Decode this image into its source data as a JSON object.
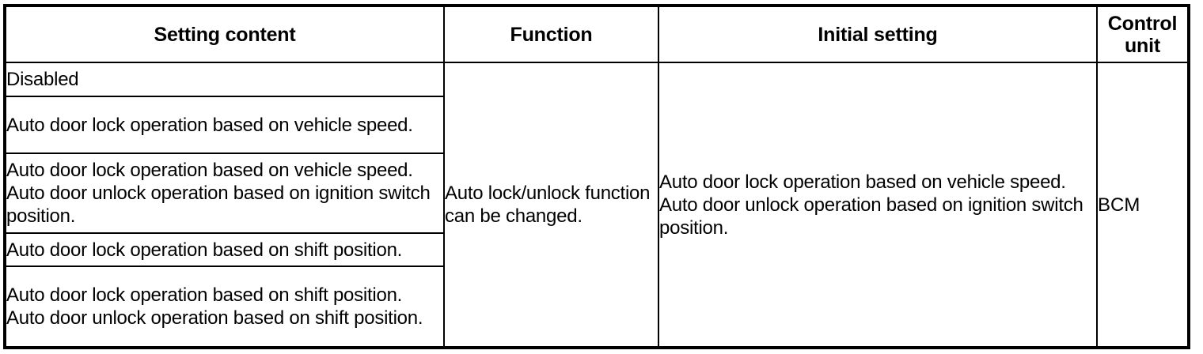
{
  "table": {
    "columns": [
      {
        "key": "setting_content",
        "label": "Setting content"
      },
      {
        "key": "function",
        "label": "Function"
      },
      {
        "key": "initial_setting",
        "label": "Initial setting"
      },
      {
        "key": "control_unit",
        "label": "Control unit"
      }
    ],
    "setting_content_rows": [
      "Disabled",
      "Auto door lock operation based on vehicle speed.",
      "Auto door lock operation based on vehicle speed. Auto door unlock operation based on ignition switch position.",
      "Auto door lock operation based on shift position.",
      "Auto door lock operation based on shift position. Auto door unlock operation based on shift position."
    ],
    "function_value": "Auto lock/unlock function can be changed.",
    "initial_setting_value": "Auto door lock operation based on vehicle speed. Auto door unlock operation based on ignition switch position.",
    "control_unit_value": "BCM"
  },
  "style": {
    "text_color": "#000000",
    "border_color": "#000000",
    "background_color": "#ffffff"
  }
}
